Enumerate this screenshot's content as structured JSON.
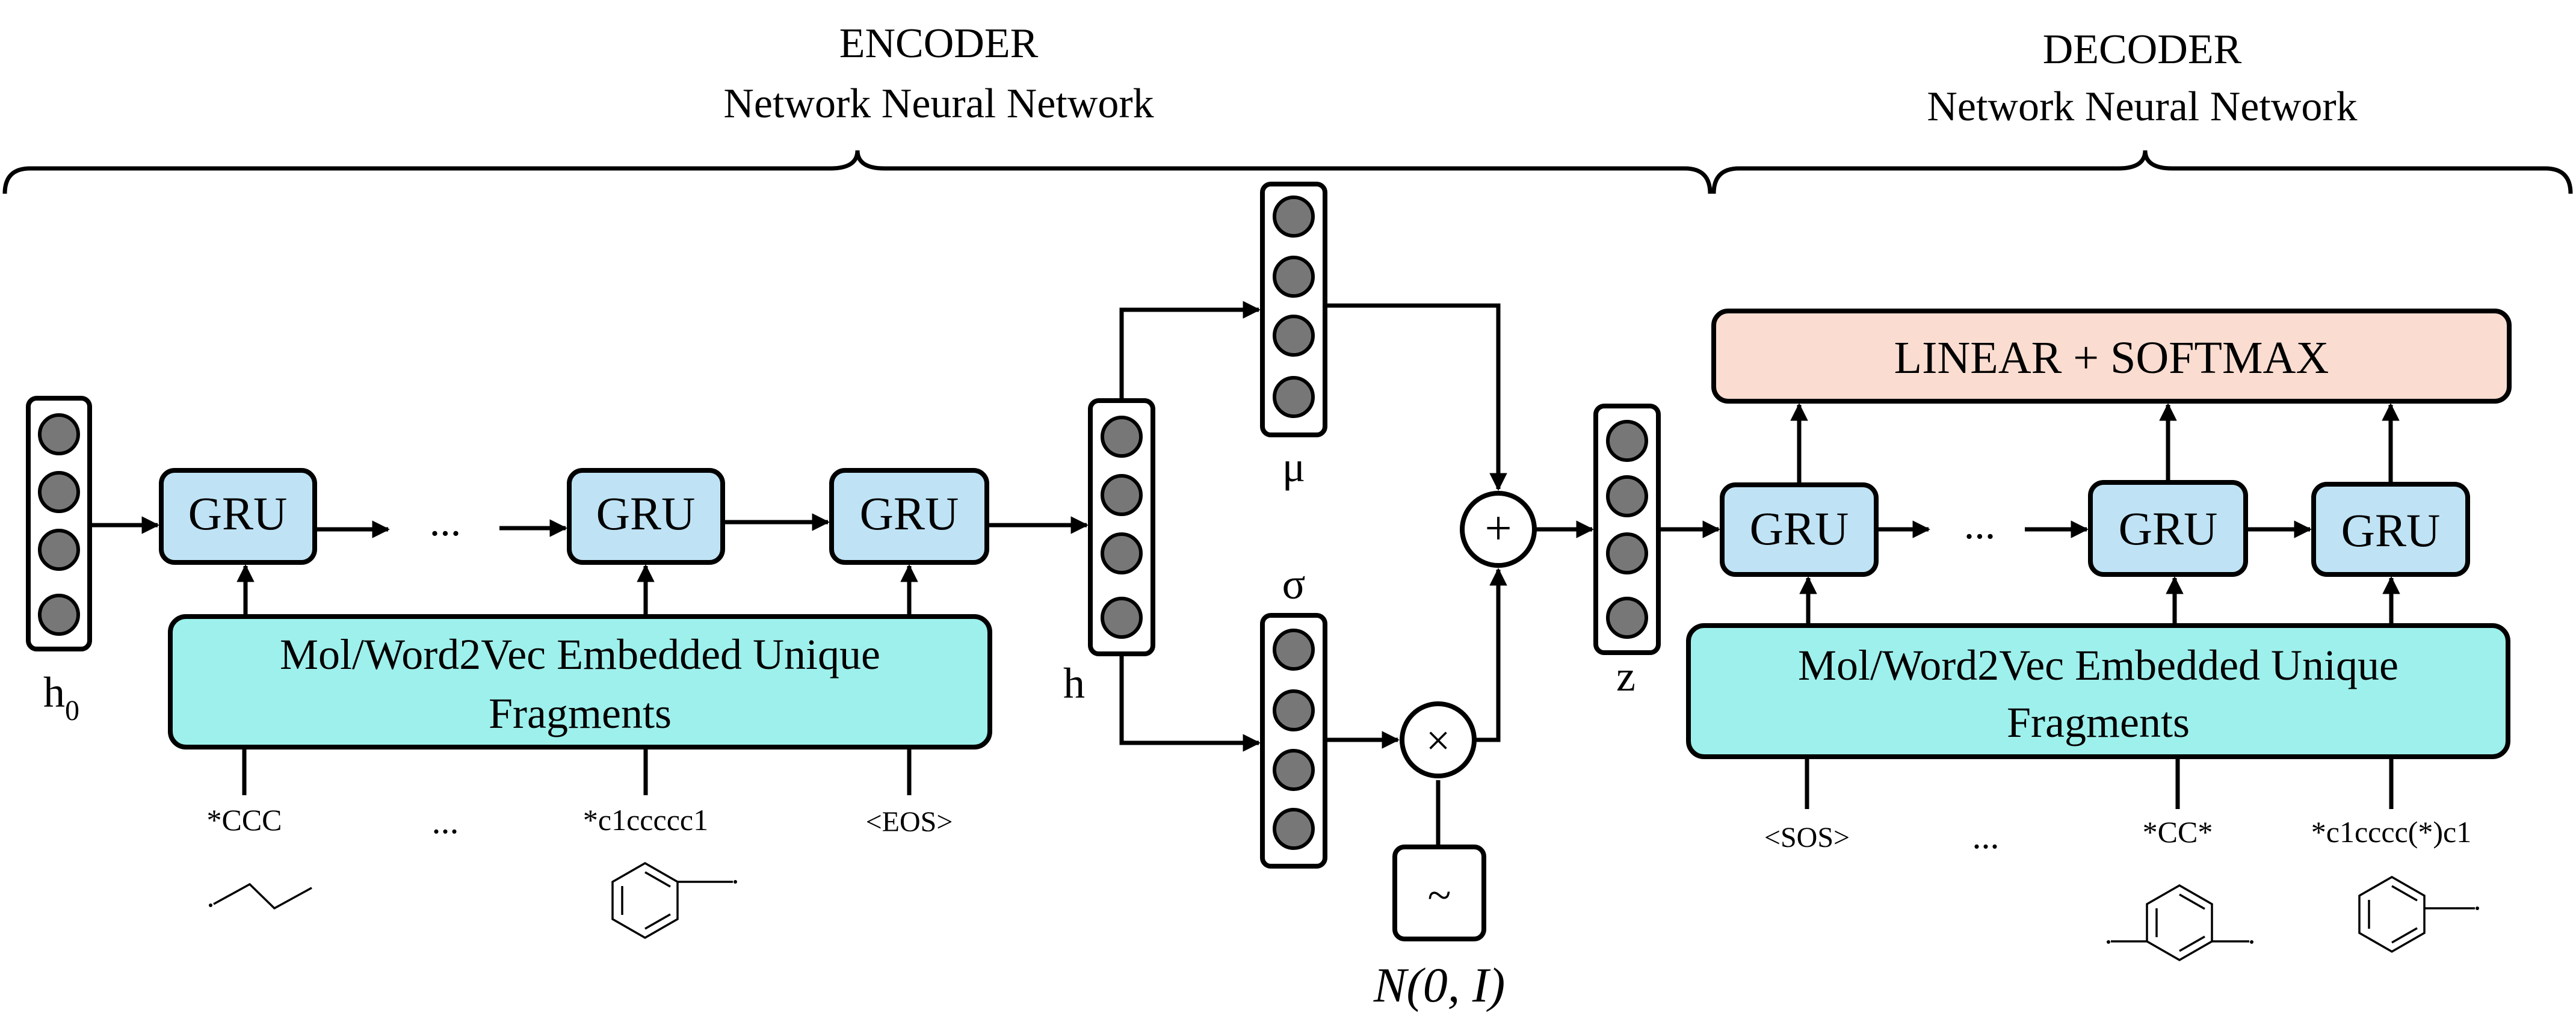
{
  "encoder": {
    "title": "ENCODER",
    "subtitle": "Network Neural Network",
    "gru_label": "GRU",
    "ellipsis": "...",
    "embed_line1": "Mol/Word2Vec Embedded Unique",
    "embed_line2": "Fragments",
    "h0_main": "h",
    "h0_sub": "0",
    "inputs": [
      "*CCC",
      "...",
      "*c1ccccc1",
      "<EOS>"
    ]
  },
  "latent": {
    "h_label": "h",
    "mu_label": "μ",
    "sigma_label": "σ",
    "plus": "+",
    "times": "×",
    "tilde": "~",
    "noise_label": "N(0, I)",
    "z_label": "z"
  },
  "decoder": {
    "title": "DECODER",
    "subtitle": "Network Neural Network",
    "linear_label": "LINEAR + SOFTMAX",
    "gru_label": "GRU",
    "ellipsis": "...",
    "embed_line1": "Mol/Word2Vec Embedded Unique",
    "embed_line2": "Fragments",
    "inputs": [
      "<SOS>",
      "...",
      "*CC*",
      "*c1cccc(*)c1"
    ]
  }
}
